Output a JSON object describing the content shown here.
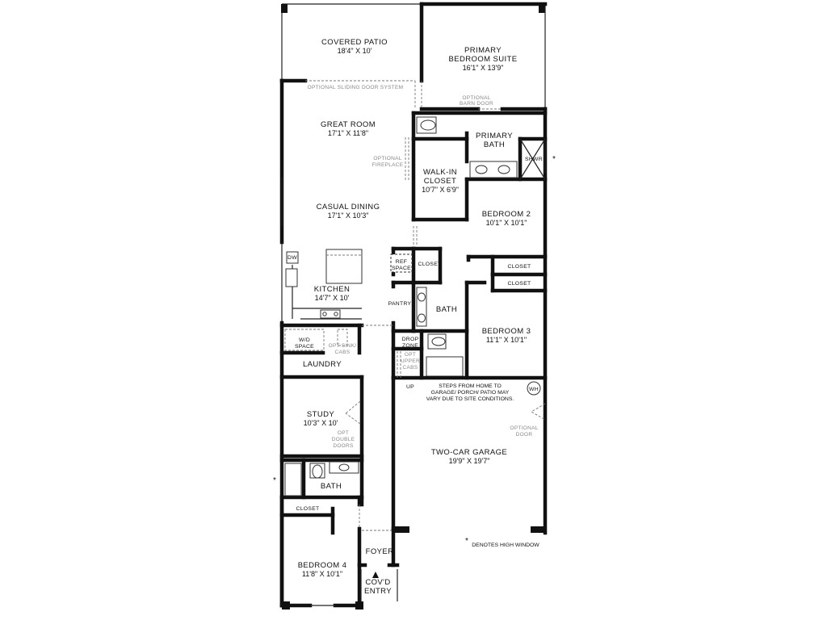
{
  "rooms": {
    "covered_patio": {
      "name": "COVERED PATIO",
      "dim": "18'4\" X 10'"
    },
    "primary_suite": {
      "name1": "PRIMARY",
      "name2": "BEDROOM SUITE",
      "dim": "16'1\" X 13'9\""
    },
    "great_room": {
      "name": "GREAT ROOM",
      "dim": "17'1\" X 11'8\""
    },
    "primary_bath": {
      "name1": "PRIMARY",
      "name2": "BATH"
    },
    "walk_in_closet": {
      "name1": "WALK-IN",
      "name2": "CLOSET",
      "dim": "10'7\" X 6'9\""
    },
    "casual_dining": {
      "name": "CASUAL DINING",
      "dim": "17'1\" X 10'3\""
    },
    "bedroom2": {
      "name": "BEDROOM 2",
      "dim": "10'1\" X 10'1\""
    },
    "kitchen": {
      "name": "KITCHEN",
      "dim": "14'7\" X 10'"
    },
    "bath_center": {
      "name": "BATH"
    },
    "bedroom3": {
      "name": "BEDROOM 3",
      "dim": "11'1\" X 10'1\""
    },
    "laundry": {
      "name": "LAUNDRY"
    },
    "study": {
      "name": "STUDY",
      "dim": "10'3\" X 10'"
    },
    "two_car_garage": {
      "name": "TWO-CAR GARAGE",
      "dim": "19'9\" X 19'7\""
    },
    "bath_lower": {
      "name": "BATH"
    },
    "foyer": {
      "name": "FOYER"
    },
    "bedroom4": {
      "name": "BEDROOM 4",
      "dim": "11'8\" X 10'1\""
    },
    "covd_entry": {
      "name1": "COV'D",
      "name2": "ENTRY"
    }
  },
  "labels": {
    "closet": "CLOSET",
    "pantry": "PANTRY",
    "shwr": "SHWR",
    "dw": "DW",
    "ref1": "REF",
    "ref2": "SPACE",
    "wd1": "W/D",
    "wd2": "SPACE",
    "drop1": "DROP",
    "drop2": "ZONE",
    "up": "UP",
    "wh": "WH"
  },
  "options": {
    "sliding_door": "OPTIONAL SLIDING DOOR SYSTEM",
    "barn1": "OPTIONAL",
    "barn2": "BARN DOOR",
    "fireplace1": "OPTIONAL",
    "fireplace2": "FIREPLACE",
    "sink1": "OPT SINK/",
    "sink2": "CABS",
    "upper1": "OPT",
    "upper2": "UPPER",
    "upper3": "CABS",
    "double1": "OPT",
    "double2": "DOUBLE",
    "double3": "DOORS",
    "door1": "OPTIONAL",
    "door2": "DOOR"
  },
  "notes": {
    "steps1": "STEPS FROM HOME TO",
    "steps2": "GARAGE/ PORCH/ PATIO MAY",
    "steps3": "VARY DUE TO SITE CONDITIONS.",
    "high_window": "DENOTES HIGH WINDOW",
    "star": "*"
  }
}
